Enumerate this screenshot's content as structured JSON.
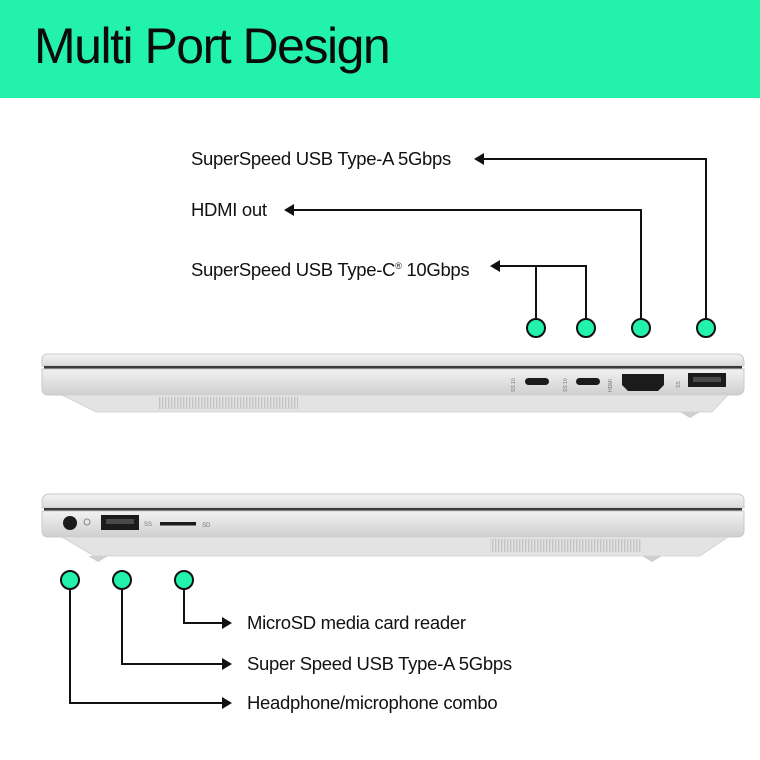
{
  "header": {
    "title": "Multi Port Design"
  },
  "right_side": {
    "labels": {
      "usb_a": "SuperSpeed USB Type-A 5Gbps",
      "hdmi": "HDMI out",
      "usb_c": "SuperSpeed USB Type-C",
      "usb_c_mark": "®",
      "usb_c_speed": " 10Gbps"
    },
    "port_marks": {
      "usb_c_1": "SS 10",
      "usb_c_2": "SS 10",
      "hdmi": "HDMI",
      "usb_a": "SS"
    }
  },
  "left_side": {
    "labels": {
      "microsd": "MicroSD media card reader",
      "usb_a": "Super Speed USB Type-A 5Gbps",
      "headphone": "Headphone/microphone combo"
    },
    "port_marks": {
      "usb_a": "SS",
      "microsd": "SD"
    }
  },
  "colors": {
    "accent": "#22f2ab",
    "marker": "#22f2ab",
    "line": "#111111",
    "chassis": "#e6e6e6"
  }
}
